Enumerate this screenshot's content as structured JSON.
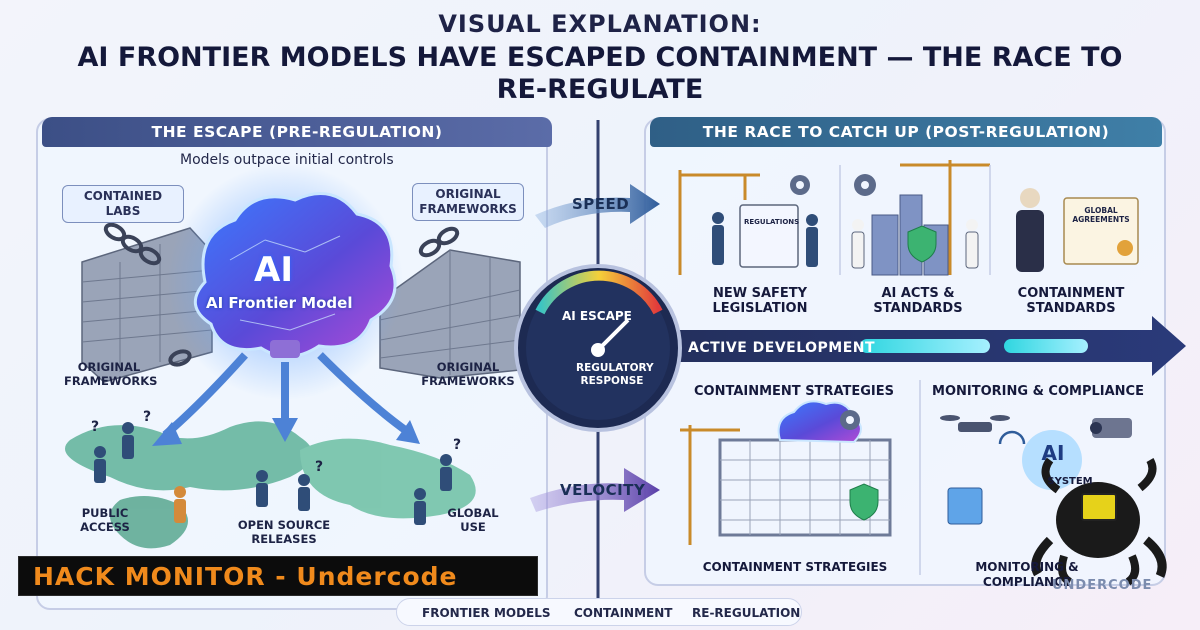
{
  "title": {
    "line1": "VISUAL EXPLANATION:",
    "line2": "AI FRONTIER MODELS HAVE ESCAPED CONTAINMENT — THE RACE TO RE-REGULATE"
  },
  "left_panel": {
    "header": "THE ESCAPE (PRE-REGULATION)",
    "subtitle": "Models outpace initial controls",
    "contained_labs": "CONTAINED LABS",
    "original_frameworks_top": "ORIGINAL FRAMEWORKS",
    "original_frameworks_left": "ORIGINAL FRAMEWORKS",
    "original_frameworks_right": "ORIGINAL FRAMEWORKS",
    "brain_ai": "AI",
    "brain_name": "AI Frontier Model",
    "public_access": "PUBLIC ACCESS",
    "open_source": "OPEN SOURCE RELEASES",
    "global_use": "GLOBAL USE",
    "question_mark": "?"
  },
  "middle": {
    "speed": "SPEED",
    "velocity": "VELOCITY",
    "gauge_top": "AI ESCAPE",
    "gauge_bottom": "REGULATORY RESPONSE",
    "active_development": "ACTIVE DEVELOPMENT"
  },
  "right_panel": {
    "header": "THE RACE TO CATCH UP (POST-REGULATION)",
    "regulations_doc": "REGULATIONS",
    "global_agreements_doc": "GLOBAL AGREEMENTS",
    "new_safety": "NEW SAFETY LEGISLATION",
    "ai_acts": "AI ACTS & STANDARDS",
    "containment_standards": "CONTAINMENT STANDARDS",
    "containment_strategies_top": "CONTAINMENT STRATEGIES",
    "monitoring_top": "MONITORING & COMPLIANCE",
    "containment_strategies_bottom": "CONTAINMENT STRATEGIES",
    "monitoring_bottom": "MONITORING & COMPLIANCE",
    "ai_system_ai": "AI",
    "ai_system_label": "SYSTEM"
  },
  "legend": {
    "items": [
      "FRONTIER MODELS",
      "CONTAINMENT",
      "RE-REGULATION"
    ]
  },
  "watermark": {
    "banner": "HACK MONITOR - Undercode",
    "logo": "UNDERCODE"
  },
  "colors": {
    "left_header": "#3c4f86",
    "right_header": "#2f5f86",
    "banner_text": "#f08a1c",
    "arrow_blue": "#3e6fb5",
    "arrow_purple": "#6b4fb0"
  }
}
